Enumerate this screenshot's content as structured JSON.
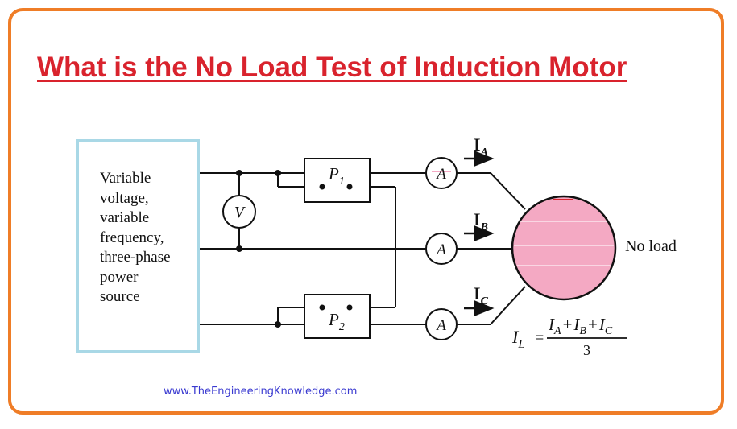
{
  "title": "What is the No Load Test of Induction Motor",
  "source": {
    "lines": [
      "Variable",
      "voltage,",
      "variable",
      "frequency,",
      "three-phase",
      "power",
      "source"
    ]
  },
  "meters": {
    "voltmeter": "V",
    "ammeter": "A",
    "wattmeter_1": {
      "letter": "P",
      "subscript": "1"
    },
    "wattmeter_2": {
      "letter": "P",
      "subscript": "2"
    }
  },
  "currents": {
    "a": {
      "letter": "I",
      "subscript": "A"
    },
    "b": {
      "letter": "I",
      "subscript": "B"
    },
    "c": {
      "letter": "I",
      "subscript": "C"
    }
  },
  "motor_label": "No load",
  "formula": {
    "lhs": {
      "letter": "I",
      "subscript": "L"
    },
    "equals": "=",
    "numerator": [
      {
        "letter": "I",
        "subscript": "A"
      },
      {
        "op": "+"
      },
      {
        "letter": "I",
        "subscript": "B"
      },
      {
        "op": "+"
      },
      {
        "letter": "I",
        "subscript": "C"
      }
    ],
    "denominator": "3"
  },
  "website": "www.TheEngineeringKnowledge.com",
  "colors": {
    "frame": "#ef7d27",
    "title": "#d9232d",
    "source_box_border": "#a9d8e6",
    "motor_fill": "#f4a9c3",
    "website": "#3a3ad0"
  }
}
